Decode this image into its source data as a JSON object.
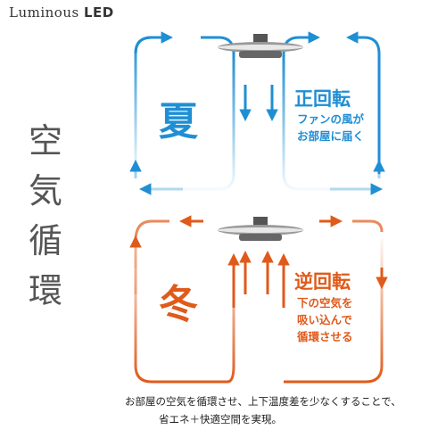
{
  "brand": {
    "name": "Luminous",
    "suffix": "LED"
  },
  "vertical_title": [
    "空",
    "気",
    "循",
    "環"
  ],
  "summer": {
    "season": "夏",
    "mode": "正回転",
    "desc_lines": [
      "ファンの風が",
      "お部屋に届く"
    ],
    "color": "#1f8fd4"
  },
  "winter": {
    "season": "冬",
    "mode": "逆回転",
    "desc_lines": [
      "下の空気を",
      "吸い込んで",
      "循環させる"
    ],
    "color": "#e05a1a"
  },
  "caption": {
    "line1": "お部屋の空気を循環させ、上下温度差を少なくすることで、",
    "line2": "省エネ＋快適空間を実現。"
  },
  "icons": [
    "ceiling-fan-light-icon",
    "airflow-arrow-icon"
  ]
}
